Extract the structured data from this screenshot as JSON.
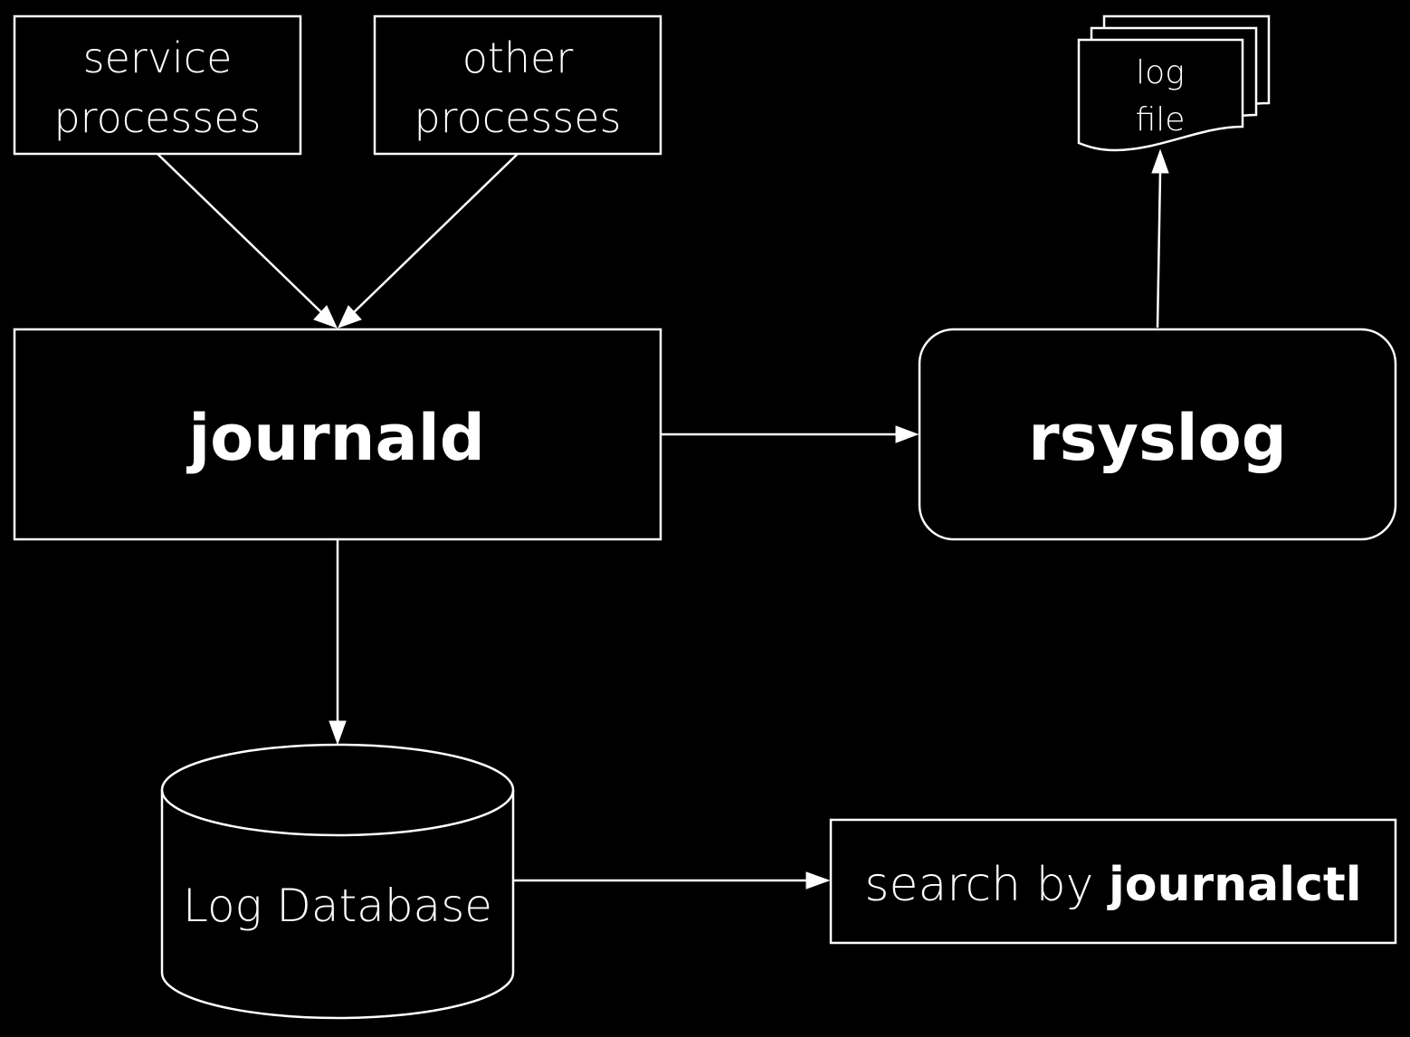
{
  "diagram": {
    "nodes": {
      "service_processes": {
        "line1": "service",
        "line2": "processes"
      },
      "other_processes": {
        "line1": "other",
        "line2": "processes"
      },
      "journald": {
        "label": "journald"
      },
      "rsyslog": {
        "label": "rsyslog"
      },
      "log_file": {
        "line1": "log",
        "line2": "file"
      },
      "log_database": {
        "label": "Log Database"
      },
      "journalctl_search": {
        "prefix": "search by",
        "command": "journalctl"
      }
    },
    "edges": [
      {
        "from": "service processes",
        "to": "journald"
      },
      {
        "from": "other processes",
        "to": "journald"
      },
      {
        "from": "journald",
        "to": "rsyslog"
      },
      {
        "from": "rsyslog",
        "to": "log file"
      },
      {
        "from": "journald",
        "to": "Log Database"
      },
      {
        "from": "Log Database",
        "to": "search by journalctl"
      }
    ],
    "colors": {
      "background": "#000000",
      "foreground": "#ffffff"
    }
  }
}
